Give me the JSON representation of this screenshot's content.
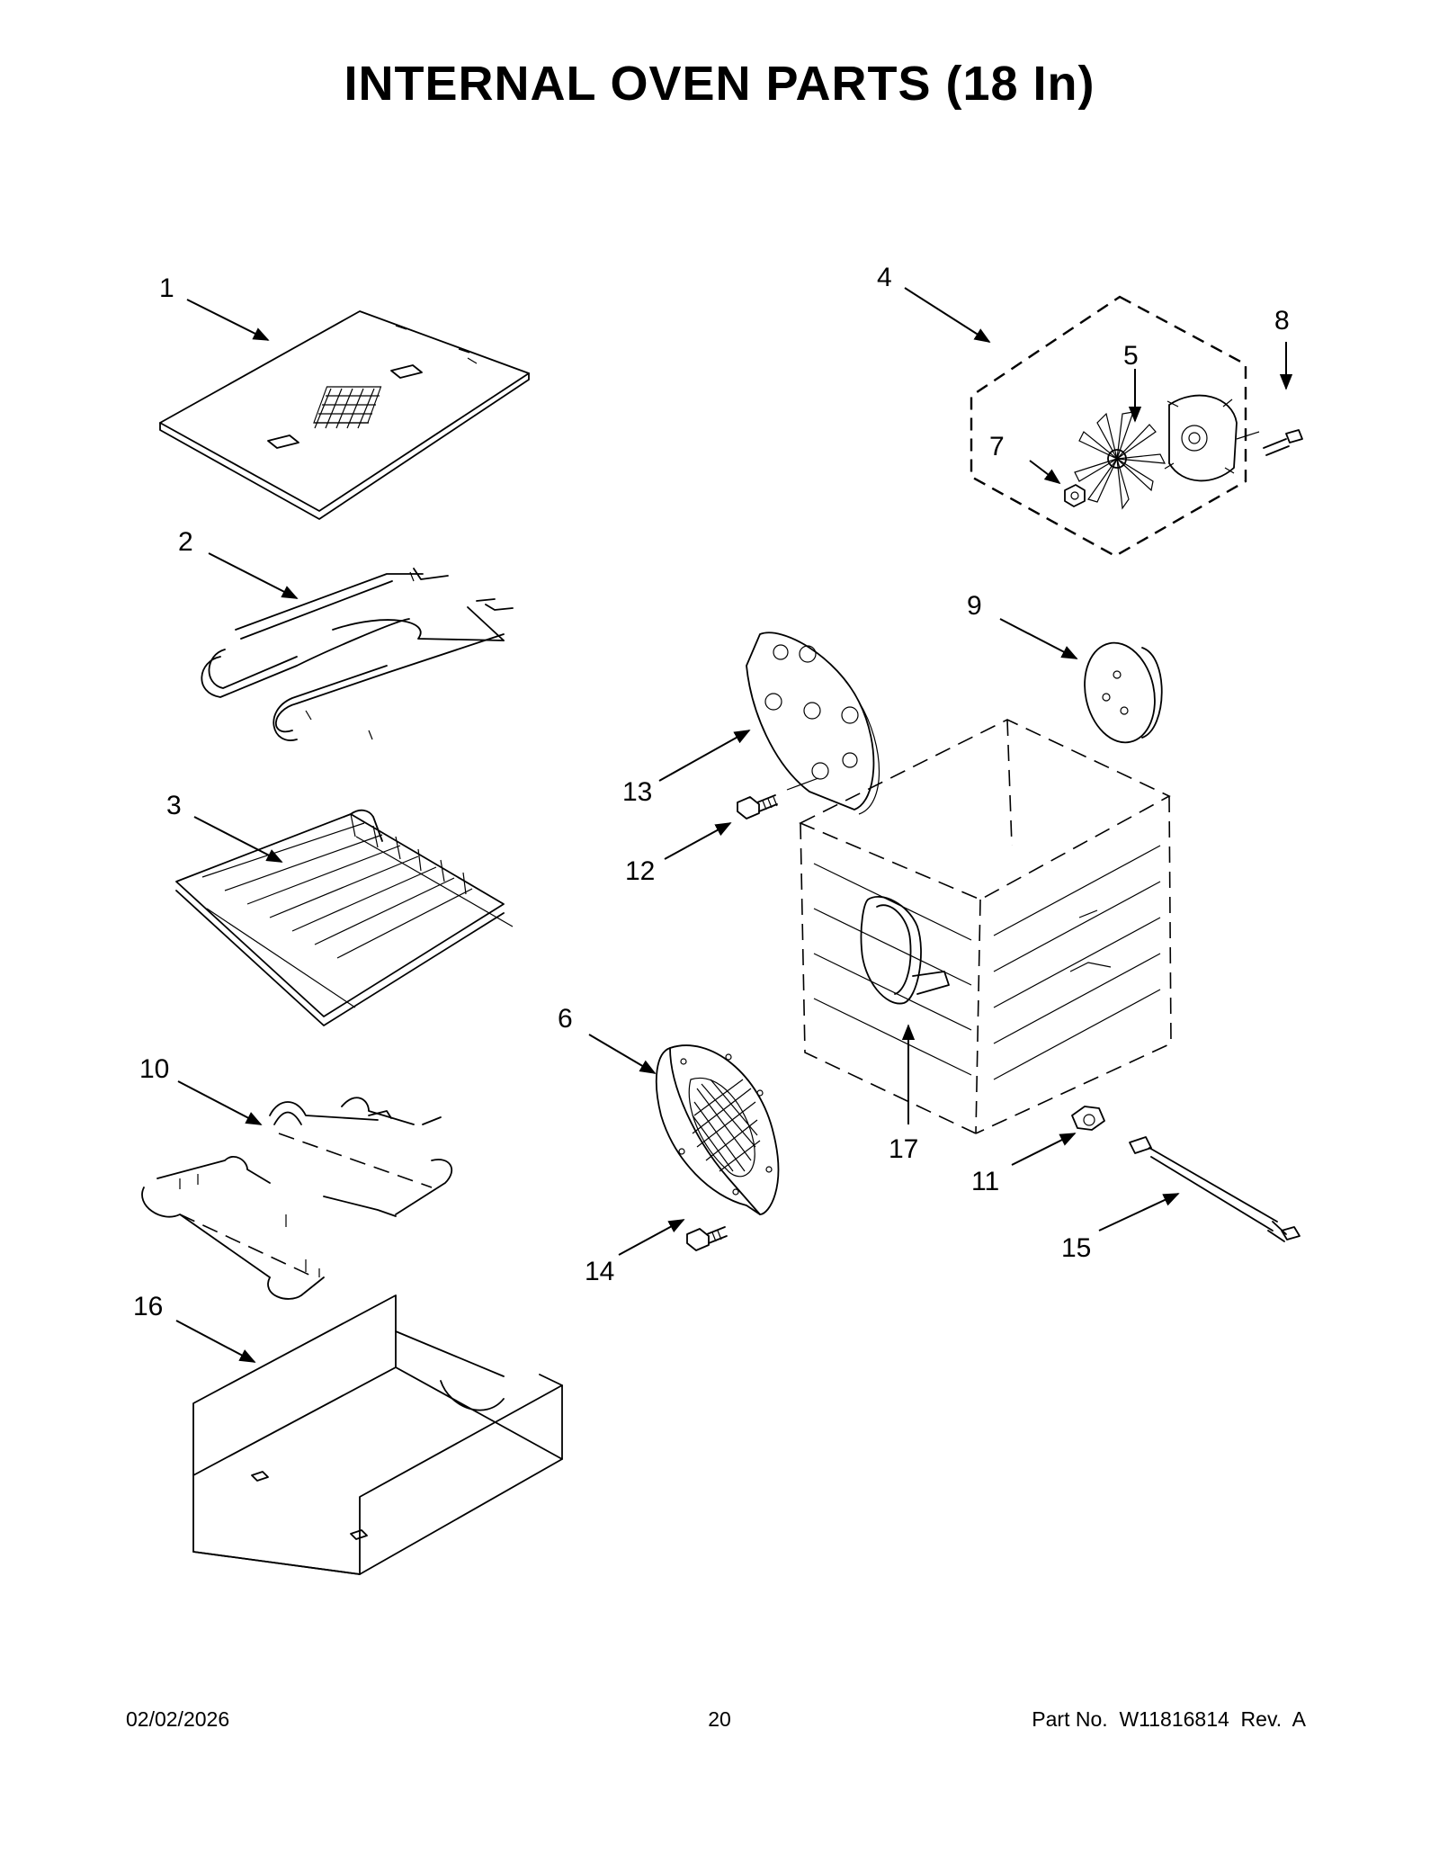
{
  "page": {
    "title": "INTERNAL OVEN PARTS (18 In)",
    "footer": {
      "date": "02/02/2026",
      "page_number": "20",
      "part_number": "Part No.  W11816814  Rev.  A"
    }
  },
  "callouts": [
    "1",
    "2",
    "3",
    "4",
    "5",
    "6",
    "7",
    "8",
    "9",
    "10",
    "11",
    "12",
    "13",
    "14",
    "15",
    "16",
    "17"
  ]
}
